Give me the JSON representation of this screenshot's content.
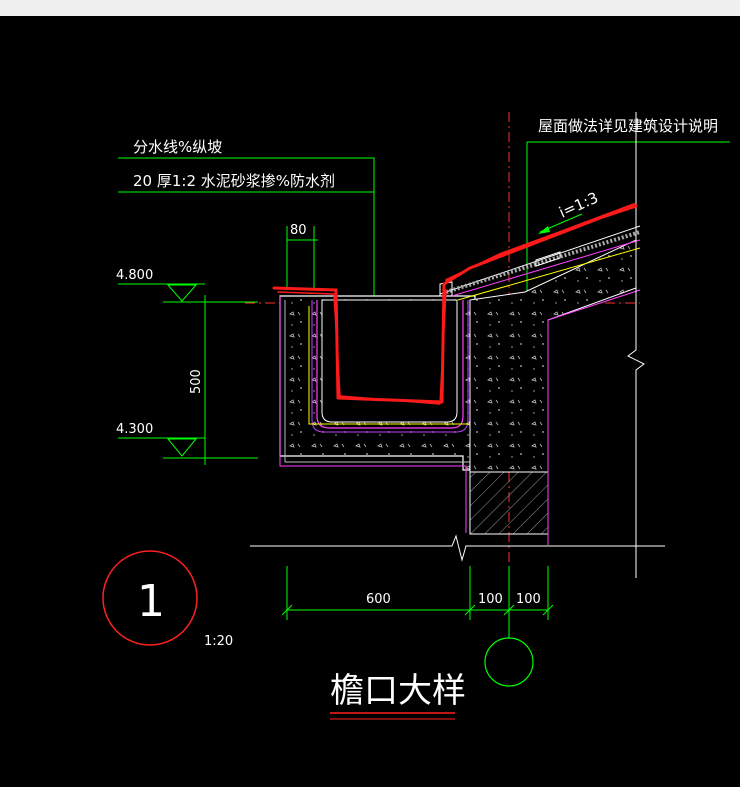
{
  "window": {
    "titlebar_color": "#f0f0f0",
    "background": "#000000"
  },
  "annotations": {
    "label_slope_line": "分水线%纵坡",
    "label_mortar": "20 厚1:2 水泥砂浆掺%防水剂",
    "label_roof": "屋面做法详见建筑设计说明",
    "slope": "i=1:3"
  },
  "elevations": {
    "top": "4.800",
    "bottom": "4.300"
  },
  "dimensions": {
    "gutter_lip": "80",
    "gutter_height": "500",
    "width_a": "600",
    "width_b": "100",
    "width_c": "100"
  },
  "detail": {
    "number": "1",
    "scale": "1:20",
    "title": "檐口大样"
  },
  "colors": {
    "line_green": "#00ff00",
    "line_white": "#ffffff",
    "line_red": "#ff2020",
    "line_magenta": "#ff40ff",
    "line_yellow": "#ffff00",
    "hatch_gray": "#808080"
  }
}
